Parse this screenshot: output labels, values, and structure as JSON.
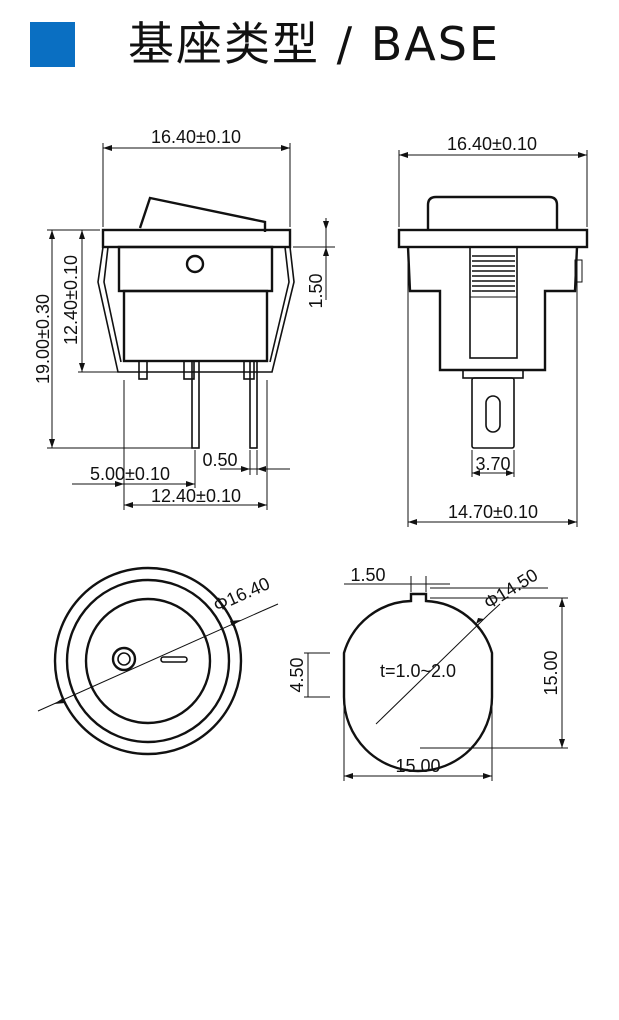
{
  "header": {
    "title": "基座类型 / BASE",
    "accent_color": "#0a6fc2"
  },
  "front_view": {
    "width": "16.40±0.10",
    "height_total": "19.00±0.30",
    "height_body": "12.40±0.10",
    "flange": "1.50",
    "pin_offset": "5.00±0.10",
    "pin_thickness": "0.50",
    "pin_span": "12.40±0.10"
  },
  "side_view": {
    "width": "16.40±0.10",
    "pin_width": "3.70",
    "base_width": "14.70±0.10"
  },
  "top_view": {
    "diameter": "Φ16.40"
  },
  "cutout": {
    "notch": "1.50",
    "diameter": "Φ14.50",
    "flat_height": "4.50",
    "height": "15.00",
    "width": "15.00",
    "thickness": "t=1.0~2.0"
  }
}
